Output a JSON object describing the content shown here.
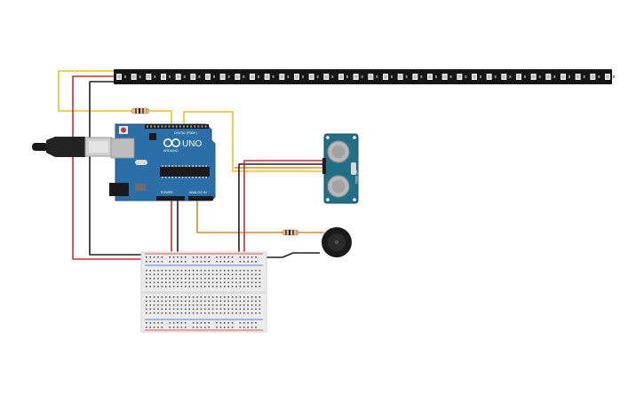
{
  "canvas": {
    "background": "#ffffff"
  },
  "colors": {
    "wire_yellow": "#e8c21a",
    "wire_red": "#d42a2a",
    "wire_black": "#1f1f1f",
    "wire_orange": "#e08a1c",
    "arduino_blue": "#2a6fa8",
    "sensor_blue": "#1f6f86",
    "strip_body": "#151515",
    "breadboard": "#ececec",
    "buzzer": "#1a1a1a",
    "resistor": "#d8c4a0"
  },
  "components": {
    "led_strip": {
      "name": "led-strip",
      "pixel_count": 34
    },
    "arduino": {
      "name": "arduino-uno",
      "logo_text": "UNO",
      "digital_label": "DIGITAL (PWM~)",
      "power_label": "POWER",
      "analog_label": "ANALOG IN",
      "brand_text": "ARDUINO"
    },
    "usb_cable": {
      "name": "usb-cable"
    },
    "ultrasonic_sensor": {
      "name": "ultrasonic-sensor",
      "label": "HC-SR04"
    },
    "piezo_buzzer": {
      "name": "piezo-buzzer"
    },
    "breadboard": {
      "name": "breadboard"
    },
    "resistors": [
      {
        "name": "resistor-led-data"
      },
      {
        "name": "resistor-buzzer"
      }
    ]
  }
}
